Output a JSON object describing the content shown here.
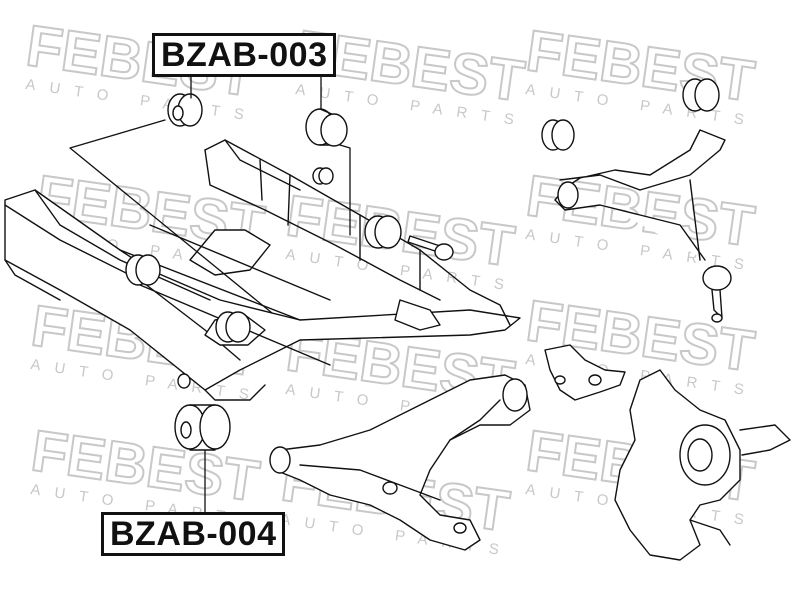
{
  "watermark": {
    "brand": "FEBEST",
    "tagline": "AUTO PARTS",
    "color": "#c8c8c8"
  },
  "parts": [
    {
      "label": "BZAB-003"
    },
    {
      "label": "BZAB-004"
    }
  ],
  "colors": {
    "ink": "#111111",
    "paper": "#ffffff"
  }
}
